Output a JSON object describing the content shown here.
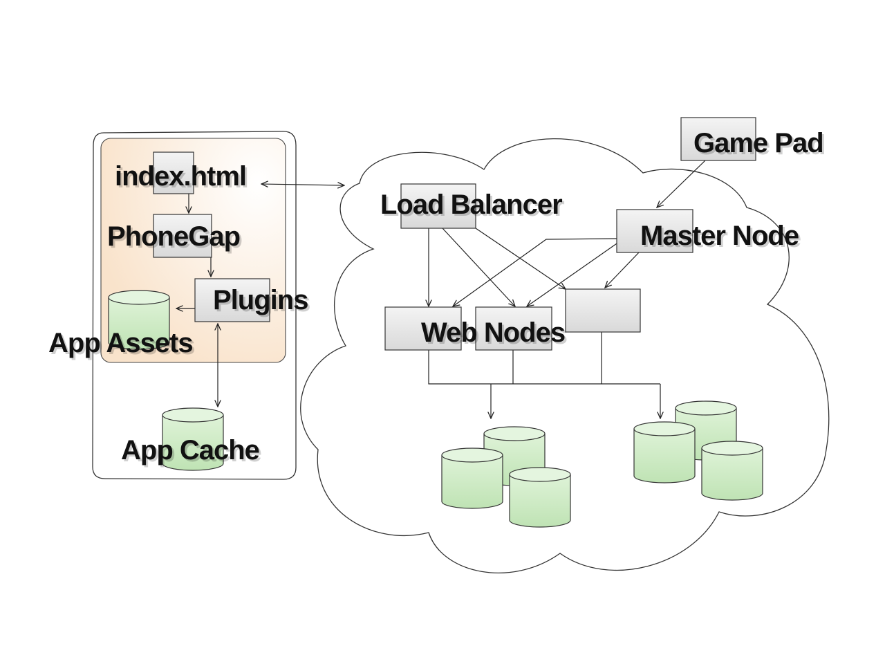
{
  "diagram": {
    "labels": {
      "index": "index.html",
      "phonegap": "PhoneGap",
      "plugins": "Plugins",
      "app_assets": "App Assets",
      "app_cache": "App Cache",
      "load_balancer": "Load Balancer",
      "master_node": "Master Node",
      "game_pad": "Game Pad",
      "web_nodes": "Web Nodes"
    },
    "colors": {
      "device_highlight": "#fbe9d6",
      "cylinder_fill": "#c9ebc0",
      "box_fill": "#e6e6e6",
      "stroke": "#222222"
    }
  }
}
